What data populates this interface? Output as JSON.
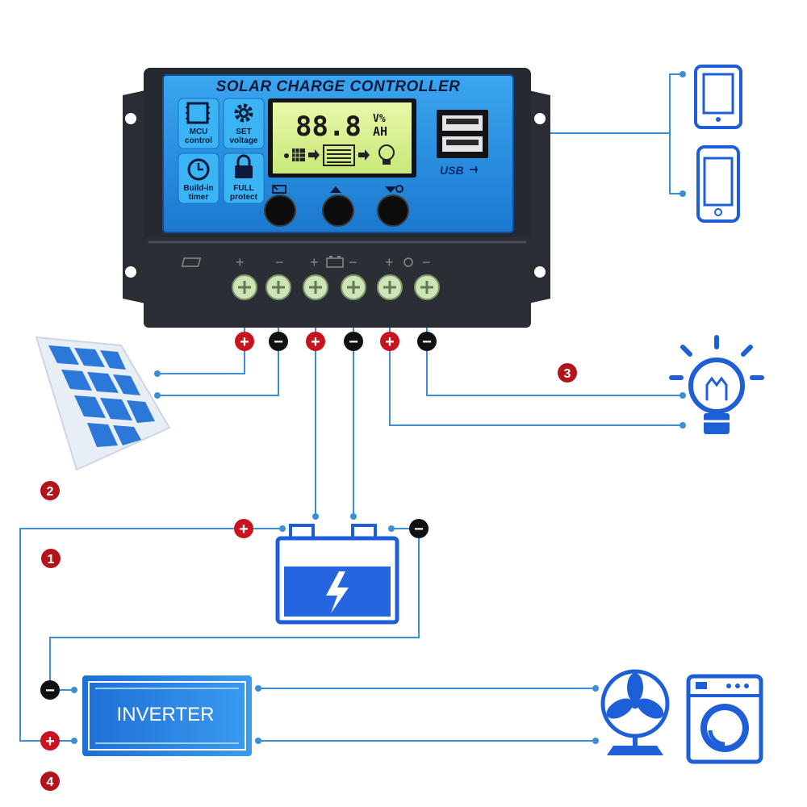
{
  "controller": {
    "title": "SOLAR CHARGE CONTROLLER",
    "lcd_digits": "88.8",
    "lcd_units_top": "V%",
    "lcd_units_bottom": "AH",
    "features": [
      {
        "icon": "chip-icon",
        "line1": "MCU",
        "line2": "control"
      },
      {
        "icon": "gear-icon",
        "line1": "SET",
        "line2": "voltage"
      },
      {
        "icon": "clock-icon",
        "line1": "Build-in",
        "line2": "timer"
      },
      {
        "icon": "lock-icon",
        "line1": "FULL",
        "line2": "protect"
      }
    ],
    "usb_label": "USB",
    "buttons": [
      "menu-button",
      "up-button",
      "down-button"
    ],
    "terminal_signs": {
      "plus": "+",
      "minus": "−"
    }
  },
  "polarity": {
    "positive": "+",
    "negative": "−"
  },
  "markers": [
    "1",
    "2",
    "3",
    "4"
  ],
  "inverter_label": "INVERTER",
  "colors": {
    "controller_blue": "#1f8fe0",
    "wire_blue": "#3b8fd8",
    "positive_red": "#c8141e",
    "negative_black": "#111111",
    "icon_blue": "#1e5fd8"
  }
}
